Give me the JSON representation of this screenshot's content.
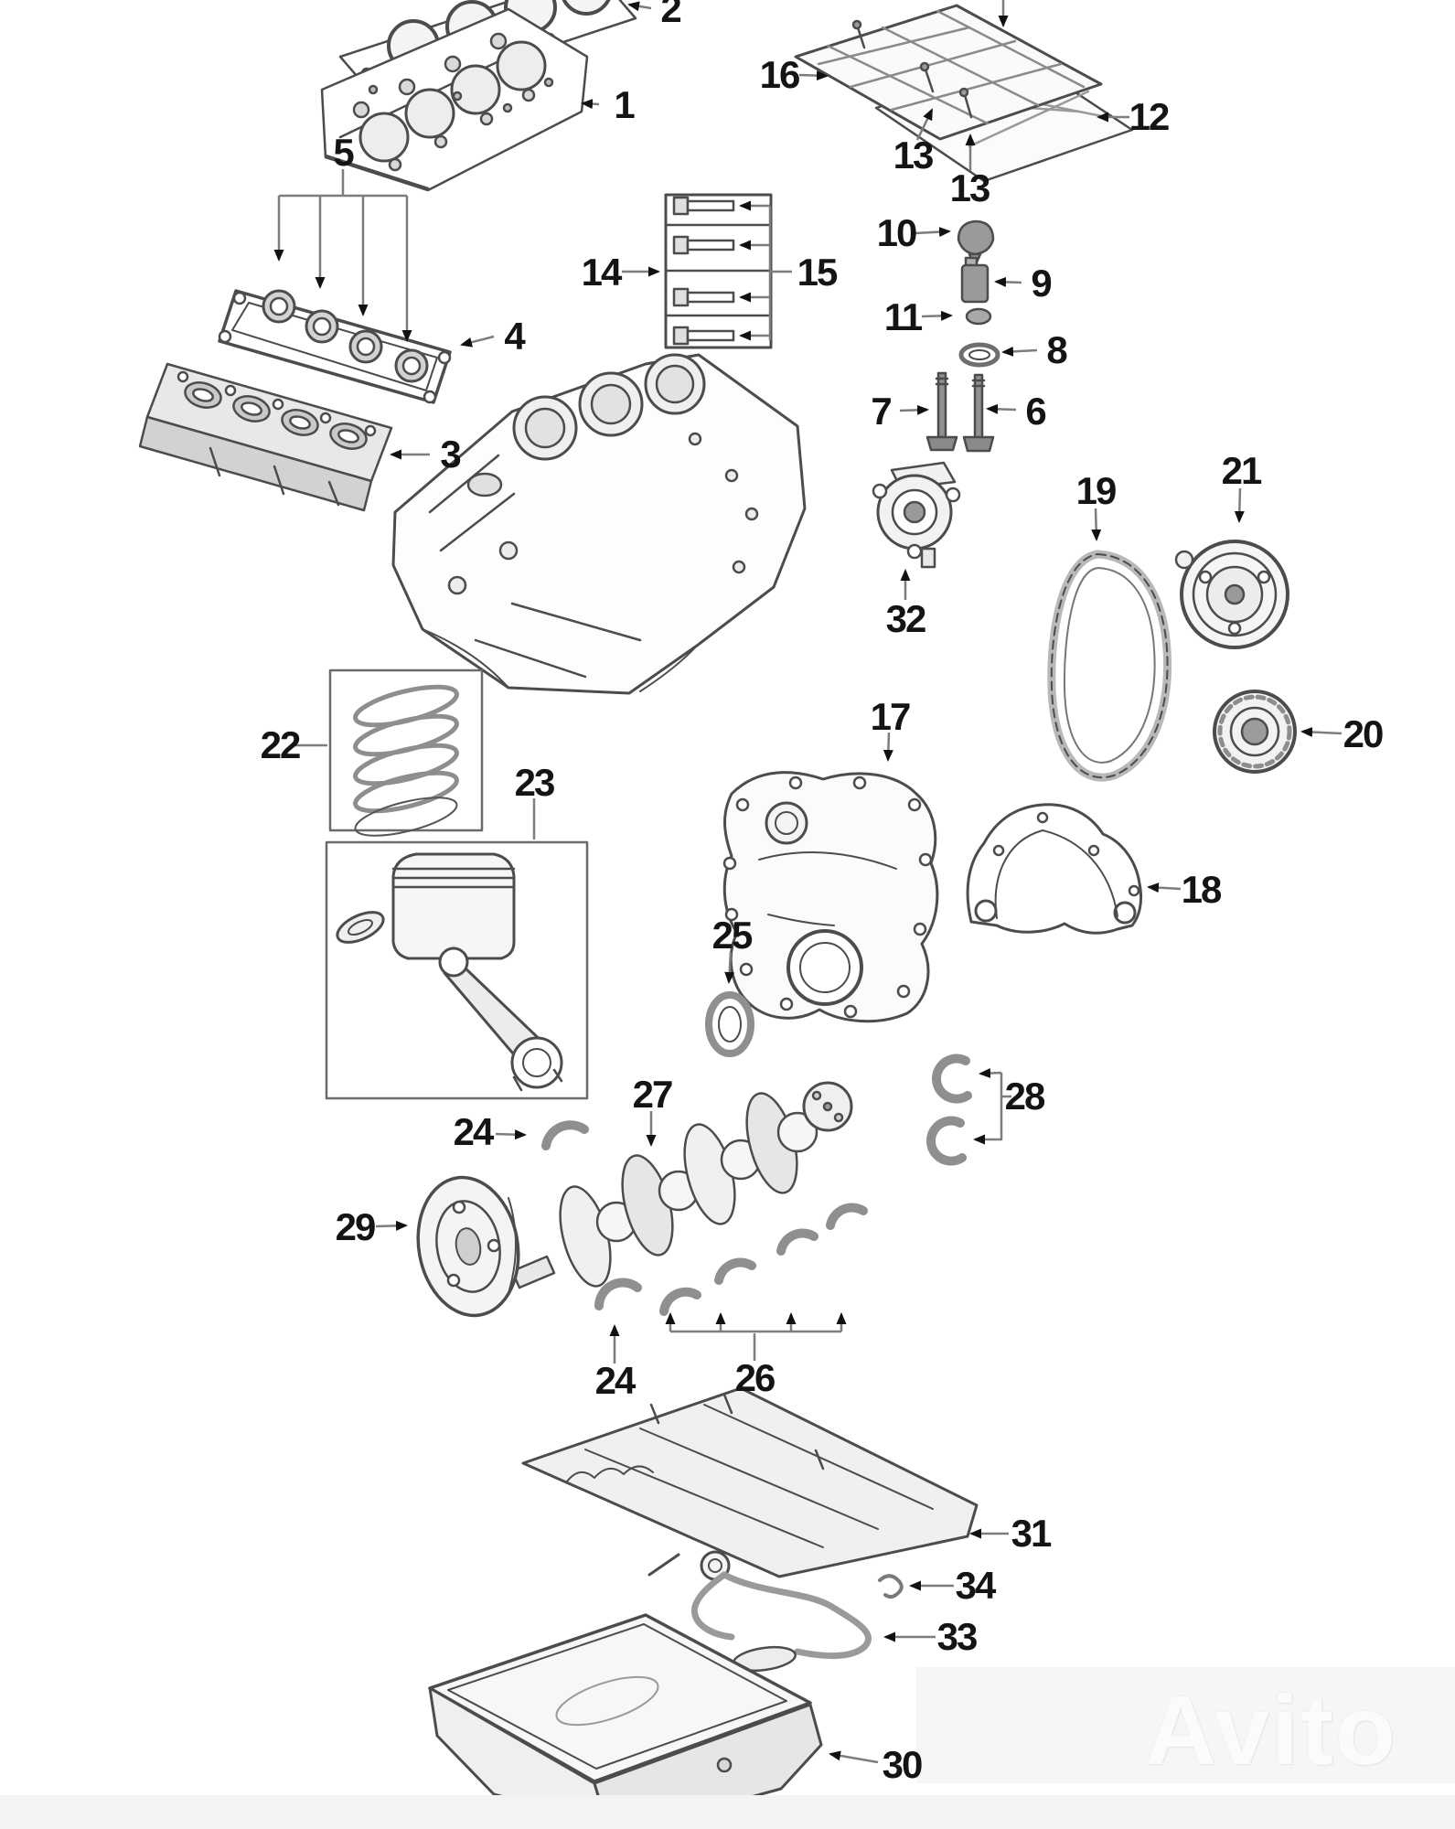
{
  "callouts": [
    {
      "text": "2"
    },
    {
      "text": "1"
    },
    {
      "text": "5"
    },
    {
      "text": "4"
    },
    {
      "text": "3"
    },
    {
      "text": "14"
    },
    {
      "text": "15"
    },
    {
      "text": "16"
    },
    {
      "text": "13"
    },
    {
      "text": "13"
    },
    {
      "text": "12"
    },
    {
      "text": "10"
    },
    {
      "text": "9"
    },
    {
      "text": "11"
    },
    {
      "text": "8"
    },
    {
      "text": "7"
    },
    {
      "text": "6"
    },
    {
      "text": "19"
    },
    {
      "text": "21"
    },
    {
      "text": "32"
    },
    {
      "text": "20"
    },
    {
      "text": "17"
    },
    {
      "text": "18"
    },
    {
      "text": "25"
    },
    {
      "text": "22"
    },
    {
      "text": "23"
    },
    {
      "text": "27"
    },
    {
      "text": "24"
    },
    {
      "text": "29"
    },
    {
      "text": "24"
    },
    {
      "text": "26"
    },
    {
      "text": "28"
    },
    {
      "text": "31"
    },
    {
      "text": "34"
    },
    {
      "text": "33"
    },
    {
      "text": "30"
    }
  ],
  "watermark": {
    "brand": "Avito"
  },
  "colors": {
    "part_line": "#4c4c4c",
    "label_text": "#141414",
    "leader_line": "#7d7d7d",
    "arrowhead": "#111111",
    "watermark_band": "#f5f6f5",
    "watermark_text": "#fbfbfb"
  }
}
